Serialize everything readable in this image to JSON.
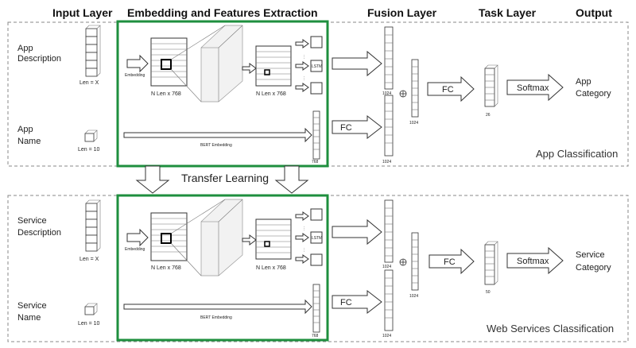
{
  "headers": {
    "input_layer": "Input Layer",
    "embedding": "Embedding and Features Extraction",
    "fusion": "Fusion Layer",
    "task": "Task Layer",
    "output": "Output"
  },
  "top": {
    "desc_label_1": "App",
    "desc_label_2": "Description",
    "desc_len": "Len = X",
    "name_label_1": "App",
    "name_label_2": "Name",
    "name_len": "Len = 10",
    "embedding_label": "Embedding",
    "matrix_label_1": "N Len x 768",
    "matrix_label_2": "N Len x 768",
    "lstm_label": "LSTM",
    "bert_label": "BERT Embedding",
    "bert_dim": "768",
    "fusion_dim_1": "1024",
    "fusion_dim_2": "1024",
    "concat_dim": "1024",
    "fc_label_1": "FC",
    "fc_label_2": "FC",
    "task_dim": "26",
    "softmax_label": "Softmax",
    "output_1": "App",
    "output_2": "Category",
    "caption": "App Classification"
  },
  "transfer": "Transfer Learning",
  "bottom": {
    "desc_label_1": "Service",
    "desc_label_2": "Description",
    "desc_len": "Len = X",
    "name_label_1": "Service",
    "name_label_2": "Name",
    "name_len": "Len = 10",
    "embedding_label": "Embedding",
    "matrix_label_1": "N Len x 768",
    "matrix_label_2": "N Len x 768",
    "lstm_label": "LSTM",
    "bert_label": "BERT Embedding",
    "bert_dim": "768",
    "fusion_dim_1": "1024",
    "fusion_dim_2": "1024",
    "concat_dim": "1024",
    "fc_label_1": "FC",
    "fc_label_2": "FC",
    "task_dim": "50",
    "softmax_label": "Softmax",
    "output_1": "Service",
    "output_2": "Category",
    "caption": "Web Services Classification"
  },
  "colors": {
    "highlight": "#1e8f3e",
    "stroke": "#333333",
    "dashed": "#888888"
  }
}
